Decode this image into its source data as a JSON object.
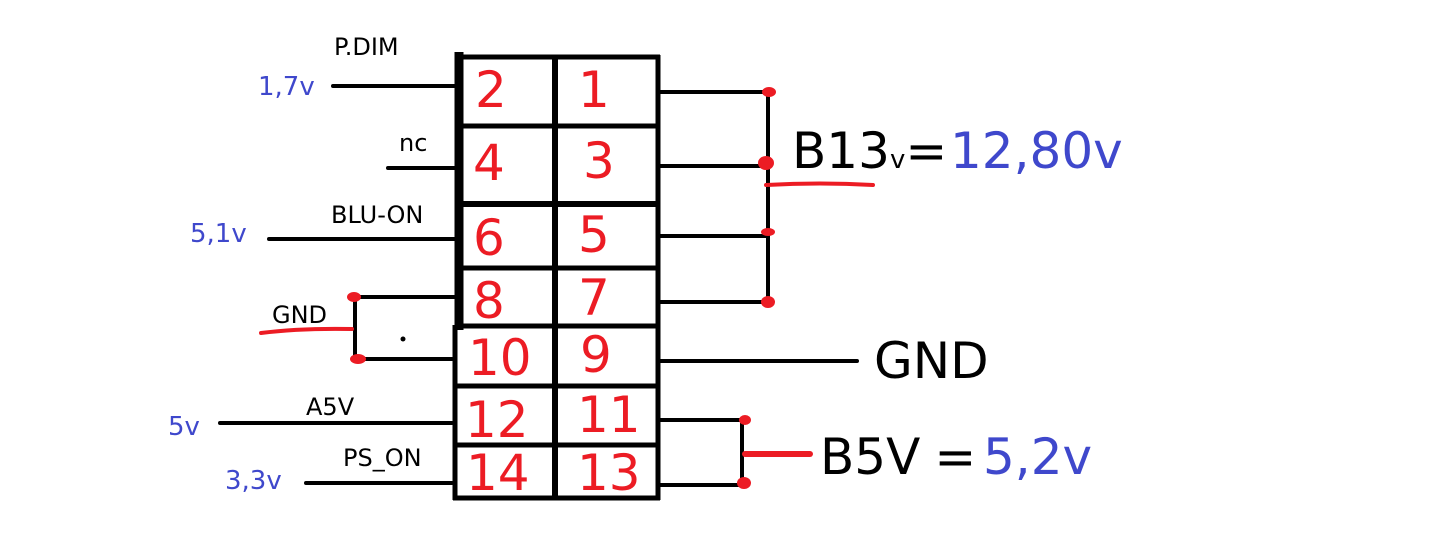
{
  "colors": {
    "ink": "#000000",
    "pin_number": "#ec1c24",
    "voltage": "#3f48cc",
    "marker": "#ec1c24"
  },
  "connector": {
    "pins_left": [
      "2",
      "4",
      "6",
      "8",
      "10",
      "12",
      "14"
    ],
    "pins_right": [
      "1",
      "3",
      "5",
      "7",
      "9",
      "11",
      "13"
    ]
  },
  "left_signals": [
    {
      "pin": "2",
      "name": "P.DIM",
      "voltage": "1,7v"
    },
    {
      "pin": "4",
      "name": "nc",
      "voltage": ""
    },
    {
      "pin": "6",
      "name": "BLU-ON",
      "voltage": "5,1v"
    },
    {
      "pin": "8",
      "name": "GND",
      "voltage": ""
    },
    {
      "pin": "10",
      "name": "",
      "voltage": ""
    },
    {
      "pin": "12",
      "name": "A5V",
      "voltage": "5v"
    },
    {
      "pin": "14",
      "name": "PS_ON",
      "voltage": "3,3v"
    }
  ],
  "right_signals": {
    "b13": {
      "pins": [
        "1",
        "3",
        "5",
        "7"
      ],
      "name_main": "B13",
      "name_sub": "v",
      "equals": "=",
      "voltage": "12,80v"
    },
    "gnd": {
      "pins": [
        "9"
      ],
      "name": "GND"
    },
    "b5": {
      "pins": [
        "11",
        "13"
      ],
      "name": "B5V",
      "equals": "=",
      "voltage": "5,2v"
    }
  }
}
